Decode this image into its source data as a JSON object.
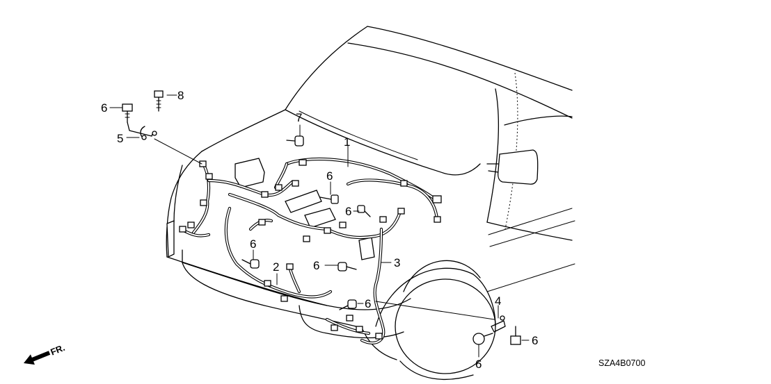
{
  "callouts": {
    "c1": "1",
    "c2": "2",
    "c3": "3",
    "c4": "4",
    "c5": "5",
    "c6a": "6",
    "c6b": "6",
    "c6c": "6",
    "c6d": "6",
    "c6e": "6",
    "c6f": "6",
    "c6g": "6",
    "c6h": "6",
    "c7": "7",
    "c8": "8"
  },
  "direction": {
    "label": "FR."
  },
  "diagram_code": "SZA4B0700"
}
